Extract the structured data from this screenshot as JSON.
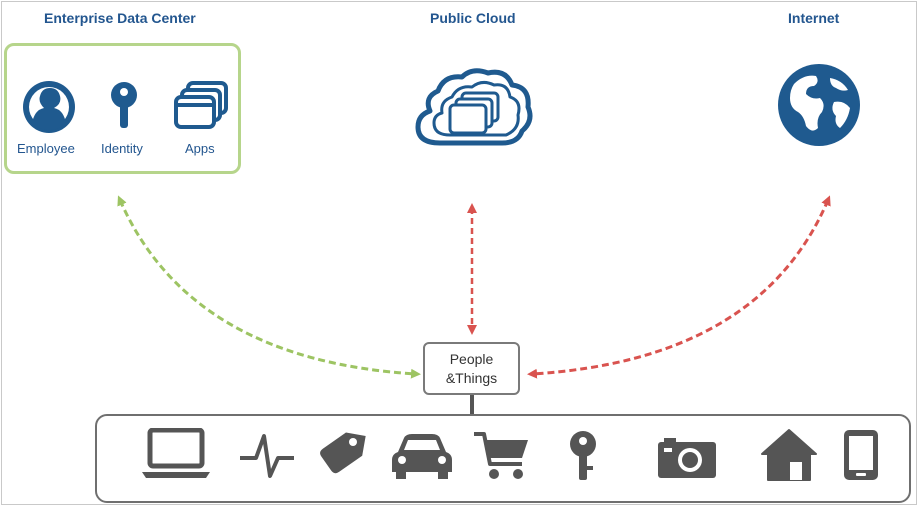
{
  "titles": {
    "enterprise": "Enterprise Data Center",
    "cloud": "Public Cloud",
    "internet": "Internet"
  },
  "enterprise_items": [
    {
      "label": "Employee",
      "icon": "person-icon"
    },
    {
      "label": "Identity",
      "icon": "key-icon"
    },
    {
      "label": "Apps",
      "icon": "apps-icon"
    }
  ],
  "hub": {
    "line1": "People",
    "line2": "&Things"
  },
  "devices": [
    "laptop-icon",
    "pulse-icon",
    "tag-icon",
    "car-icon",
    "cart-icon",
    "key-icon",
    "camera-icon",
    "home-icon",
    "phone-icon"
  ],
  "colors": {
    "title_blue": "#23568f",
    "icon_blue": "#1f5a8f",
    "enterprise_border": "#b6d58b",
    "green_arrow": "#9dc463",
    "red_arrow": "#d9534f",
    "device_gray": "#555555"
  }
}
